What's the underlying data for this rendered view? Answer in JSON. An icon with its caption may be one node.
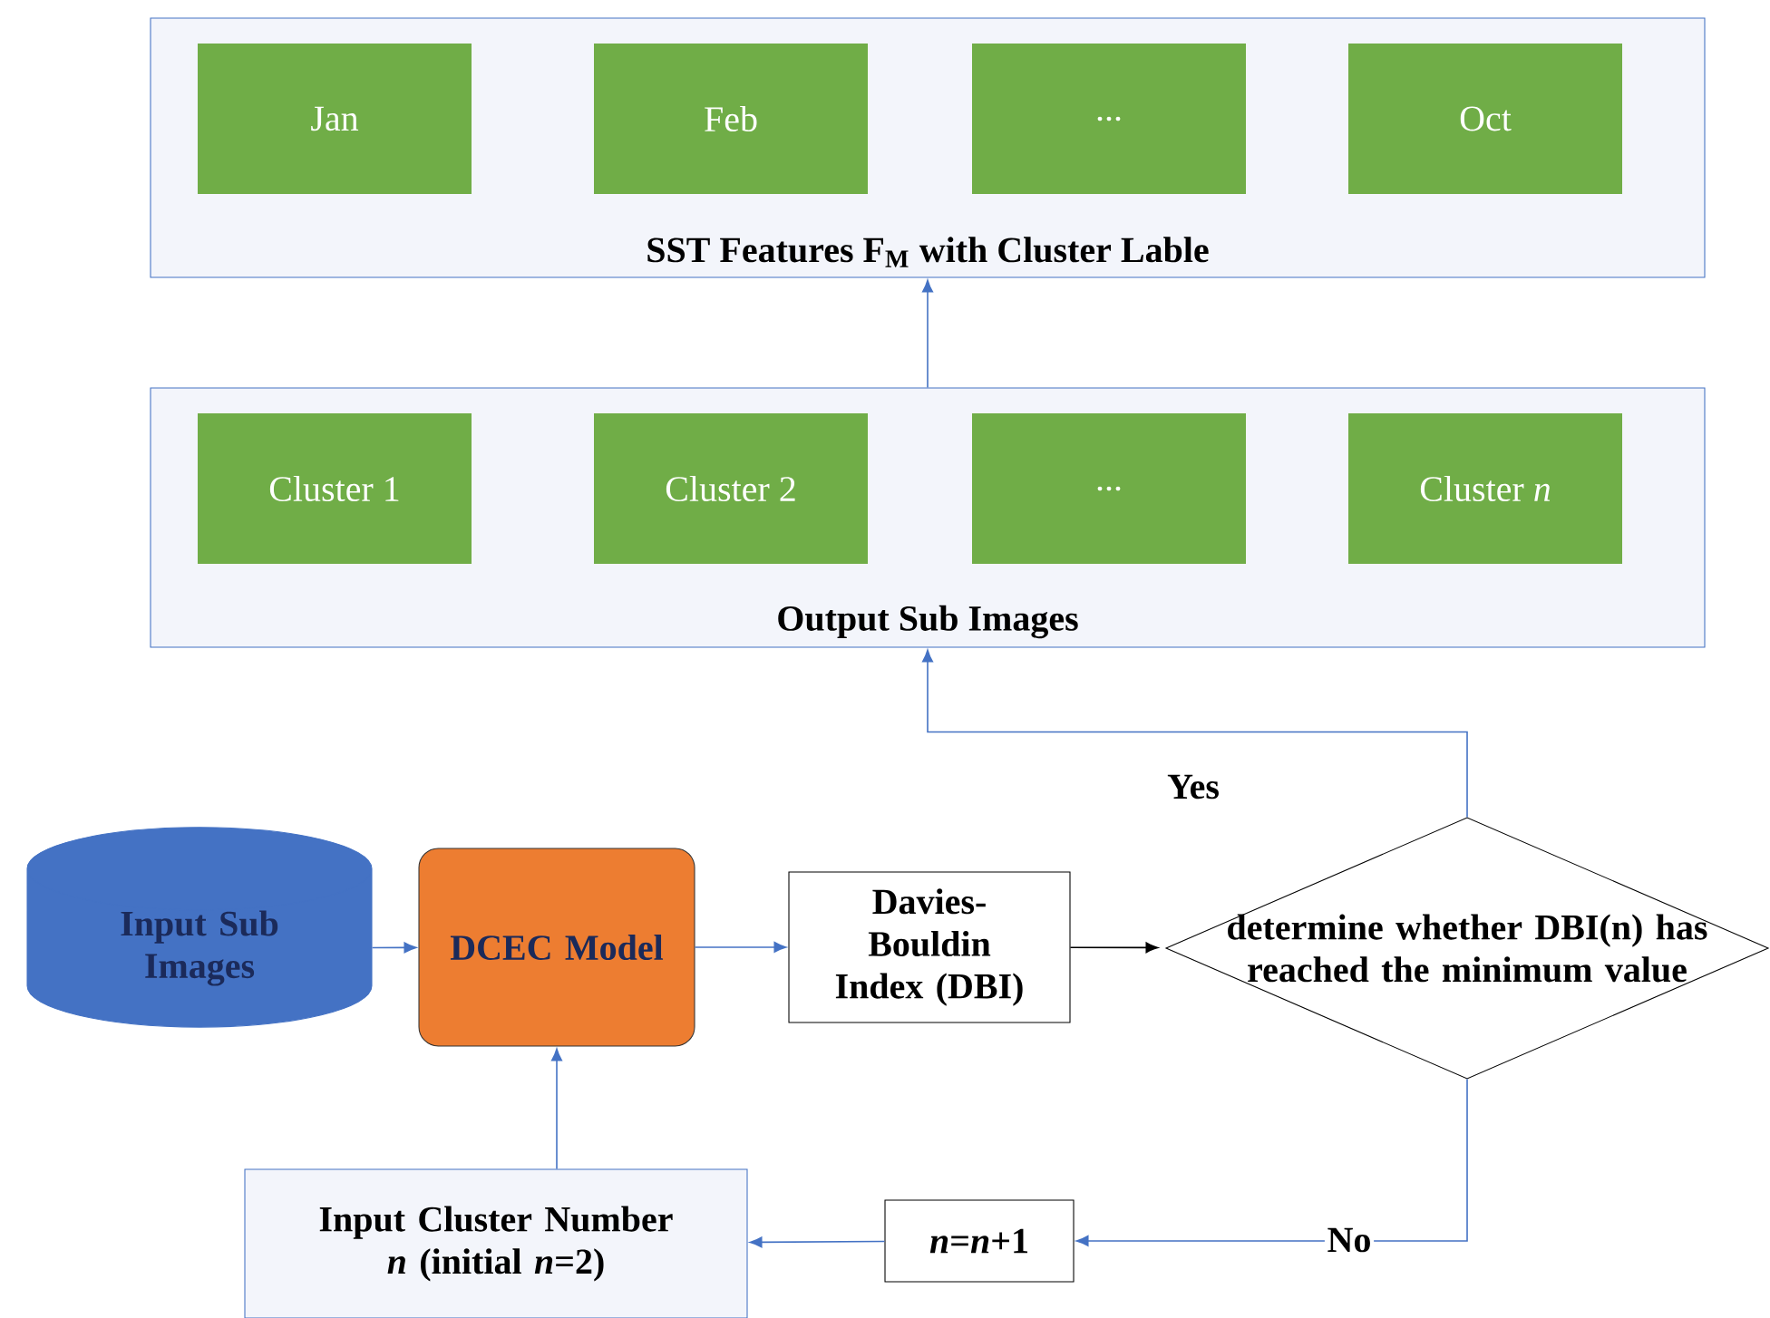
{
  "diagram": {
    "nodes": [
      {
        "text": [
          "SST Features F$_{M}$ with Cluster Lable"
        ]
      },
      {
        "text": [
          "Jan"
        ],
        "in": 0
      },
      {
        "text": [
          "Feb"
        ],
        "in": 0
      },
      {
        "text": [
          "..."
        ],
        "in": 0
      },
      {
        "text": [
          "Oct"
        ],
        "in": 0
      },
      {
        "text": [
          "Output Sub Images"
        ]
      },
      {
        "text": [
          "Cluster 1"
        ],
        "in": 5
      },
      {
        "text": [
          "Cluster 2"
        ],
        "in": 5
      },
      {
        "text": [
          "..."
        ],
        "in": 5
      },
      {
        "text": [
          "Cluster *n*"
        ],
        "in": 5
      },
      {
        "text": [
          "Input Sub Images"
        ]
      },
      {
        "text": [
          "DCEC Model"
        ]
      },
      {
        "text": [
          "Davies-Bouldin Index (DBI)"
        ]
      },
      {
        "text": [
          "determine whether DBI(n) has reached the minimum value"
        ]
      },
      {
        "text": [
          "Input Cluster Number *n* (initial *n*=2)"
        ]
      },
      {
        "text": [
          "*n*=*n*+1"
        ]
      }
    ],
    "edges": [
      {
        "from": 5,
        "to": 0,
        "arrow": "to"
      },
      {
        "from": 13,
        "to": 5,
        "arrow": "to",
        "label": "Yes"
      },
      {
        "from": 10,
        "to": 11,
        "arrow": "to"
      },
      {
        "from": 11,
        "to": 12,
        "arrow": "to"
      },
      {
        "from": 12,
        "to": 13,
        "arrow": "to",
        "color": "#000000"
      },
      {
        "from": 13,
        "to": 15,
        "arrow": "to",
        "label": "No"
      },
      {
        "from": 15,
        "to": 14,
        "arrow": "to"
      },
      {
        "from": 14,
        "to": 11,
        "arrow": "to"
      }
    ]
  }
}
